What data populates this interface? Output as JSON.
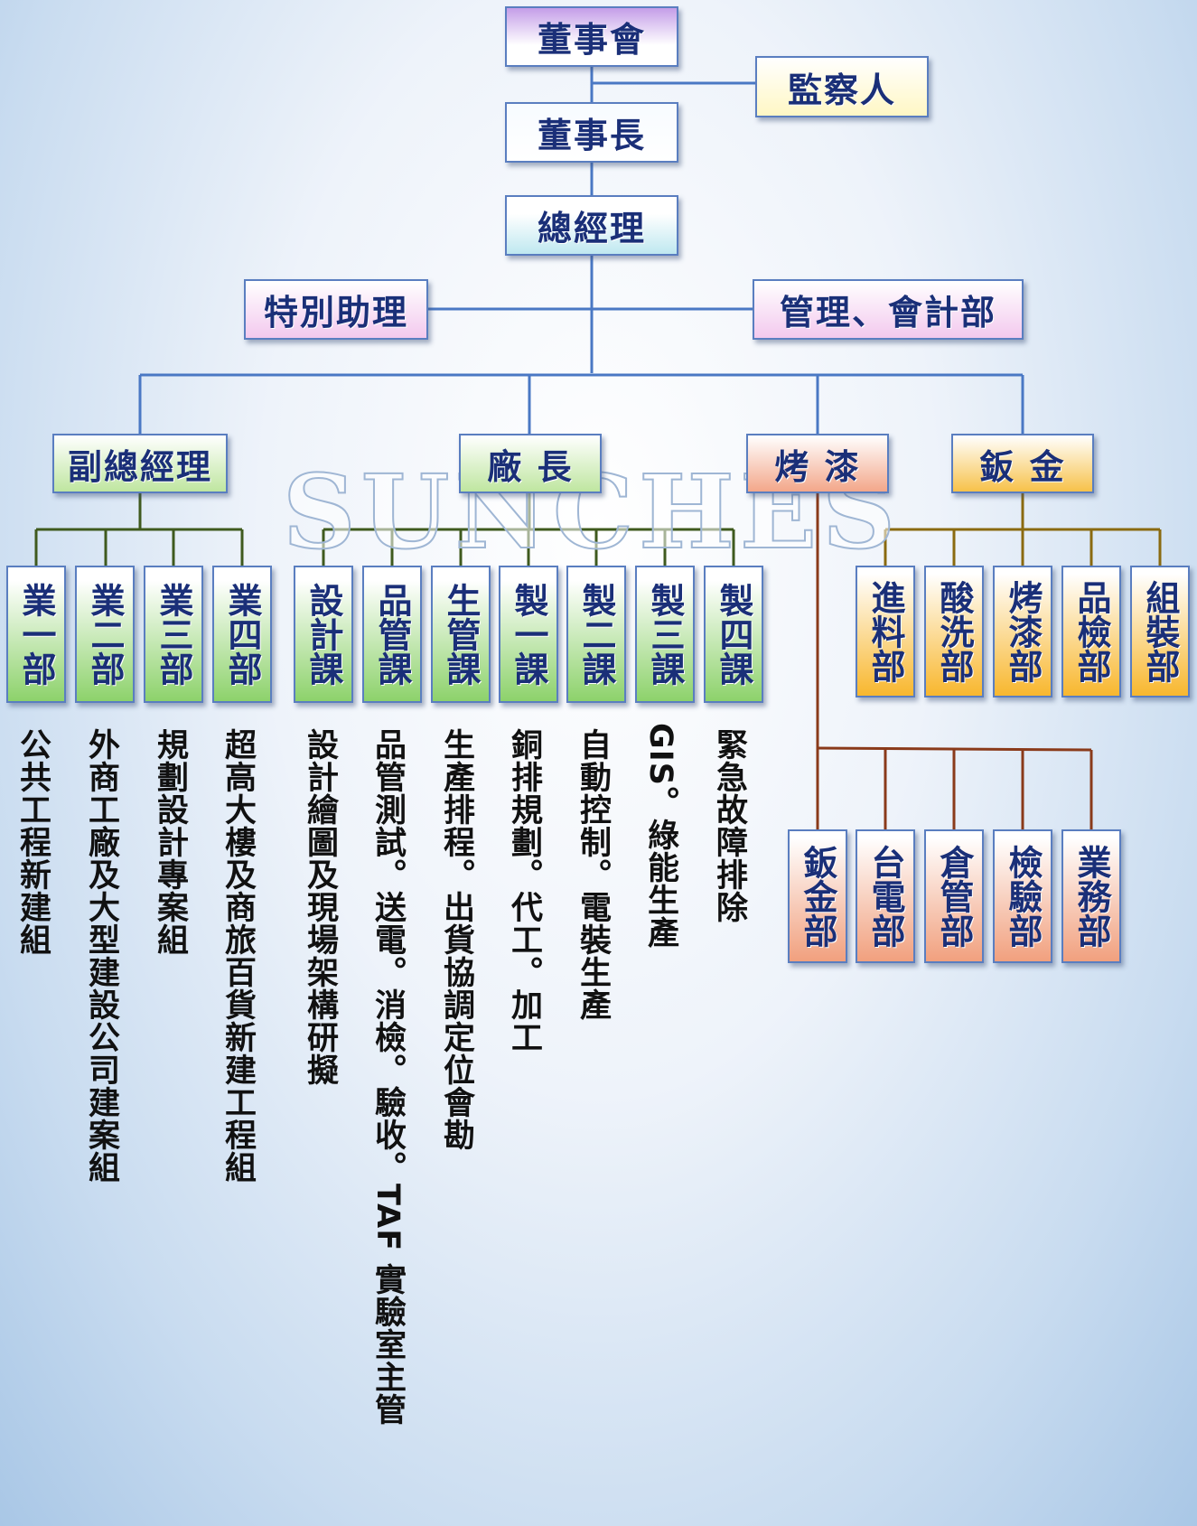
{
  "watermark": "SUNCHES",
  "top": {
    "board": "董事會",
    "supervisor": "監察人",
    "chairman": "董事長",
    "gm": "總經理",
    "special_assistant": "特別助理",
    "admin_accounting": "管理、會計部"
  },
  "divisions": {
    "deputy_gm": "副總經理",
    "plant_manager": "廠 長",
    "painting": "烤 漆",
    "sheet_metal": "鈑 金"
  },
  "deputy_units": [
    {
      "name": "業一部",
      "desc": "公共工程新建組"
    },
    {
      "name": "業二部",
      "desc": "外商工廠及大型建設公司建案組"
    },
    {
      "name": "業三部",
      "desc": "規劃設計專案組"
    },
    {
      "name": "業四部",
      "desc": "超高大樓及商旅百貨新建工程組"
    }
  ],
  "plant_units": [
    {
      "name": "設計課",
      "desc": "設計繪圖及現場架構研擬"
    },
    {
      "name": "品管課",
      "desc": "品管測試。送電。消檢。驗收。TAF 實驗室主管"
    },
    {
      "name": "生管課",
      "desc": "生產排程。出貨協調定位會勘"
    },
    {
      "name": "製一課",
      "desc": "銅排規劃。代工。加工"
    },
    {
      "name": "製二課",
      "desc": "自動控制。電裝生產"
    },
    {
      "name": "製三課",
      "desc": "GIS。綠能生產"
    },
    {
      "name": "製四課",
      "desc": "緊急故障排除"
    }
  ],
  "sheet_metal_units": [
    "進料部",
    "酸洗部",
    "烤漆部",
    "品檢部",
    "組裝部"
  ],
  "painting_units": [
    "鈑金部",
    "台電部",
    "倉管部",
    "檢驗部",
    "業務部"
  ]
}
